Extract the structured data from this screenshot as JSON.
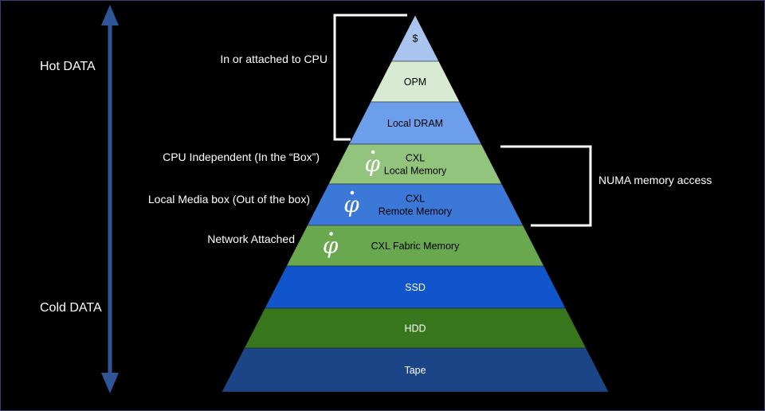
{
  "side_labels": {
    "hot": "Hot DATA",
    "cold": "Cold DATA"
  },
  "annotations": {
    "cpu": "In or attached to CPU",
    "cpu_independent": "CPU Independent (In the “Box”)",
    "local_media_box": "Local Media box (Out of the box)",
    "network_attached": "Network Attached",
    "numa": "NUMA memory access"
  },
  "tiers": [
    {
      "lines": [
        "$"
      ],
      "color": "#a9c4ef",
      "text_color": "#000000",
      "icon": false
    },
    {
      "lines": [
        "OPM"
      ],
      "color": "#d9ead3",
      "text_color": "#000000",
      "icon": false
    },
    {
      "lines": [
        "Local DRAM"
      ],
      "color": "#6d9eeb",
      "text_color": "#000000",
      "icon": false
    },
    {
      "lines": [
        "CXL",
        "Local Memory"
      ],
      "color": "#93c47d",
      "text_color": "#000000",
      "icon": true
    },
    {
      "lines": [
        "CXL",
        "Remote Memory"
      ],
      "color": "#3c78d8",
      "text_color": "#000000",
      "icon": true
    },
    {
      "lines": [
        "CXL Fabric Memory"
      ],
      "color": "#6aa84f",
      "text_color": "#000000",
      "icon": true
    },
    {
      "lines": [
        "SSD"
      ],
      "color": "#1155cc",
      "text_color": "#ffffff",
      "icon": false
    },
    {
      "lines": [
        "HDD"
      ],
      "color": "#38761d",
      "text_color": "#ffffff",
      "icon": false
    },
    {
      "lines": [
        "Tape"
      ],
      "color": "#1c4587",
      "text_color": "#ffffff",
      "icon": false
    }
  ],
  "icon_name": "phi-dot-icon",
  "icon_glyph": "φ",
  "colors": {
    "background": "#000000",
    "arrow": "#2e5597",
    "bracket": "#ffffff",
    "text": "#ffffff"
  }
}
